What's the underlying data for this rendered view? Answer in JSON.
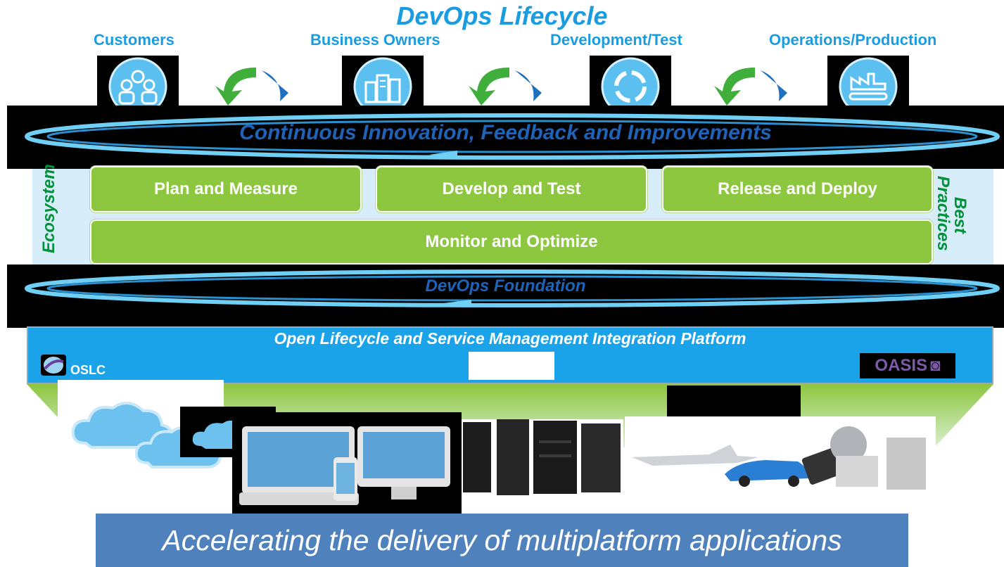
{
  "title": "DevOps Lifecycle",
  "stakeholders": [
    {
      "label": "Customers",
      "icon": "people-group-icon"
    },
    {
      "label": "Business Owners",
      "icon": "office-building-icon"
    },
    {
      "label": "Development/Test",
      "icon": "cycle-arrows-icon"
    },
    {
      "label": "Operations/Production",
      "icon": "factory-conveyor-icon"
    }
  ],
  "feedback_band": {
    "label": "Continuous Innovation, Feedback and Improvements"
  },
  "practices": {
    "plan": "Plan and Measure",
    "develop": "Develop and Test",
    "release": "Release and Deploy",
    "monitor": "Monitor and Optimize"
  },
  "side_labels": {
    "left": "Ecosystem",
    "right_line1": "Best",
    "right_line2": "Practices"
  },
  "foundation_band": {
    "label": "DevOps Foundation"
  },
  "platform": {
    "label": "Open Lifecycle and Service Management Integration Platform",
    "oslc_logo_text": "OSLC",
    "oasis_logo_text": "OASIS"
  },
  "footer": {
    "label": "Accelerating the delivery of multiplatform applications"
  },
  "colors": {
    "accent_blue": "#1a9ce0",
    "band_text": "#1e63b8",
    "practice_green": "#8dc63f",
    "side_label_green": "#00913a",
    "platform_blue": "#1aa3e8",
    "footer_blue": "#4f81bd"
  }
}
